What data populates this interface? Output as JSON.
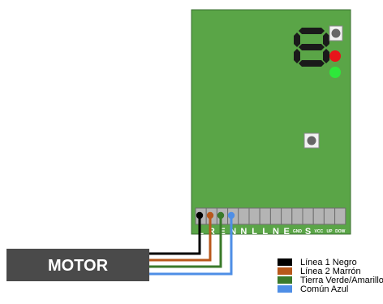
{
  "board": {
    "color": "#5aa547",
    "terminal_labels": [
      "L",
      "R",
      "E",
      "N",
      "N",
      "L",
      "L",
      "N",
      "E",
      "GND",
      "S",
      "VCC",
      "UP",
      "DOW"
    ],
    "leds": {
      "top": "#e8141a",
      "bottom": "#2ee83a"
    }
  },
  "motor": {
    "label": "MOTOR",
    "color": "#4a4a4a"
  },
  "wires": [
    {
      "color": "#000000"
    },
    {
      "color": "#b8581b"
    },
    {
      "color": "#3a7a2a"
    },
    {
      "color": "#4e8ee6"
    }
  ],
  "legend": {
    "items": [
      {
        "label": "Línea 1 Negro",
        "color": "#000000"
      },
      {
        "label": "Línea 2 Marrón",
        "color": "#b8581b"
      },
      {
        "label": "Tierra Verde/Amarillo",
        "color": "#3a7a2a"
      },
      {
        "label": "Común Azul",
        "color": "#4e8ee6"
      }
    ]
  }
}
